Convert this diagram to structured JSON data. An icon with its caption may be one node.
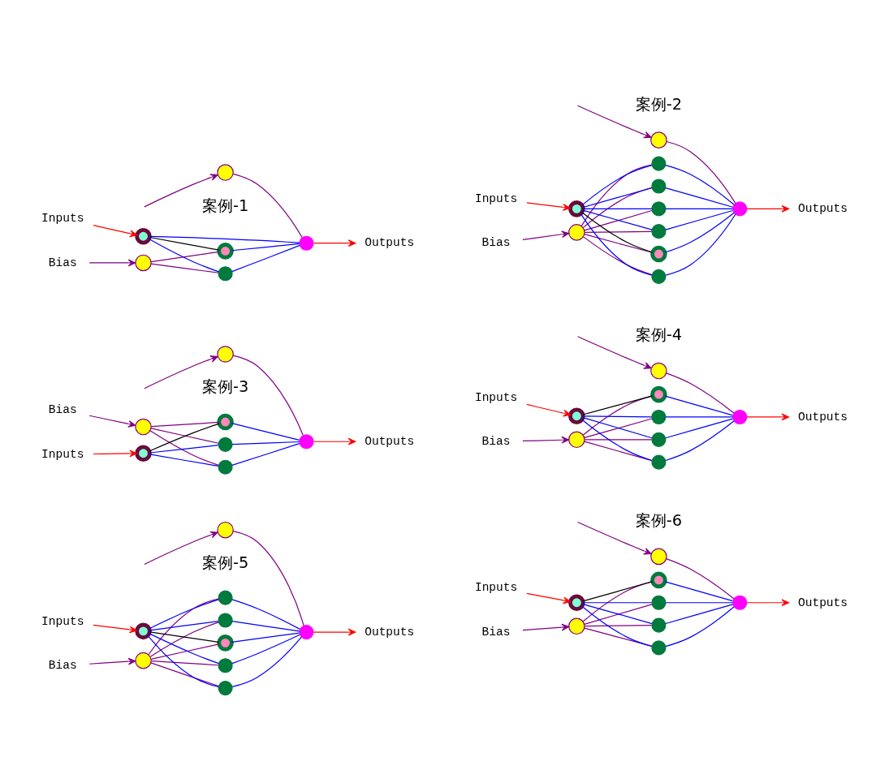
{
  "diagram": {
    "nodes": [
      {
        "text": [
          "Bias"
        ]
      },
      {
        "text": [],
        "shape": "circle"
      },
      {
        "text": [],
        "shape": "circle"
      },
      {
        "text": [
          "Inputs"
        ]
      },
      {
        "text": [],
        "shape": "circle"
      },
      {
        "text": [],
        "shape": "circle"
      },
      {
        "text": [],
        "shape": "circle"
      },
      {
        "text": [],
        "shape": "circle"
      },
      {
        "text": [
          "Outputs"
        ]
      },
      {
        "text": [
          "Bias"
        ]
      },
      {
        "text": [],
        "shape": "circle"
      },
      {
        "text": [],
        "shape": "circle"
      },
      {
        "text": [
          "Inputs"
        ]
      },
      {
        "text": [],
        "shape": "circle"
      },
      {
        "text": [],
        "shape": "circle"
      },
      {
        "text": [],
        "shape": "circle"
      },
      {
        "text": [],
        "shape": "circle"
      },
      {
        "text": [],
        "shape": "circle"
      },
      {
        "text": [],
        "shape": "circle"
      },
      {
        "text": [],
        "shape": "circle"
      },
      {
        "text": [],
        "shape": "circle"
      },
      {
        "text": [
          "Outputs"
        ]
      },
      {
        "text": [
          "Bias"
        ]
      },
      {
        "text": [],
        "shape": "circle"
      },
      {
        "text": [],
        "shape": "circle"
      },
      {
        "text": [
          "Inputs"
        ]
      },
      {
        "text": [],
        "shape": "circle"
      },
      {
        "text": [],
        "shape": "circle"
      },
      {
        "text": [],
        "shape": "circle"
      },
      {
        "text": [],
        "shape": "circle"
      },
      {
        "text": [],
        "shape": "circle"
      },
      {
        "text": [
          "Outputs"
        ]
      },
      {
        "text": [
          "Bias"
        ]
      },
      {
        "text": [],
        "shape": "circle"
      },
      {
        "text": [],
        "shape": "circle"
      },
      {
        "text": [
          "Inputs"
        ]
      },
      {
        "text": [],
        "shape": "circle"
      },
      {
        "text": [],
        "shape": "circle"
      },
      {
        "text": [],
        "shape": "circle"
      },
      {
        "text": [],
        "shape": "circle"
      },
      {
        "text": [],
        "shape": "circle"
      },
      {
        "text": [],
        "shape": "circle"
      },
      {
        "text": [
          "Outputs"
        ]
      },
      {
        "text": [
          "Bias"
        ]
      },
      {
        "text": [],
        "shape": "circle"
      },
      {
        "text": [],
        "shape": "circle"
      },
      {
        "text": [
          "Inputs"
        ]
      },
      {
        "text": [],
        "shape": "circle"
      },
      {
        "text": [],
        "shape": "circle"
      },
      {
        "text": [],
        "shape": "circle"
      },
      {
        "text": [],
        "shape": "circle"
      },
      {
        "text": [],
        "shape": "circle"
      },
      {
        "text": [],
        "shape": "circle"
      },
      {
        "text": [],
        "shape": "circle"
      },
      {
        "text": [
          "Outputs"
        ]
      },
      {
        "text": [
          "Bias"
        ]
      },
      {
        "text": [],
        "shape": "circle"
      },
      {
        "text": [],
        "shape": "circle"
      },
      {
        "text": [
          "Inputs"
        ]
      },
      {
        "text": [],
        "shape": "circle"
      },
      {
        "text": [],
        "shape": "circle"
      },
      {
        "text": [],
        "shape": "circle"
      },
      {
        "text": [],
        "shape": "circle"
      },
      {
        "text": [],
        "shape": "circle"
      },
      {
        "text": [],
        "shape": "circle"
      },
      {
        "text": [
          "Outputs"
        ]
      }
    ],
    "edges": [
      {
        "from": 0,
        "to": 1,
        "arrow": "to",
        "color": "#800080"
      },
      {
        "from": null,
        "to": 2,
        "arrow": "to",
        "color": "#800080"
      },
      {
        "from": 3,
        "to": 4,
        "arrow": "to",
        "color": "#ff0000"
      },
      {
        "from": 4,
        "to": 5,
        "arrow": "none",
        "color": "#000000"
      },
      {
        "from": 4,
        "to": 6,
        "arrow": "none"
      },
      {
        "from": 4,
        "to": 7,
        "arrow": "none"
      },
      {
        "from": 1,
        "to": 5,
        "arrow": "none",
        "color": "#800080"
      },
      {
        "from": 1,
        "to": 6,
        "arrow": "none",
        "color": "#800080"
      },
      {
        "from": 5,
        "to": 7,
        "arrow": "none"
      },
      {
        "from": 6,
        "to": 7,
        "arrow": "none"
      },
      {
        "from": 2,
        "to": 7,
        "arrow": "none",
        "color": "#800080"
      },
      {
        "from": 7,
        "to": 8,
        "arrow": "to",
        "color": "#ff0000"
      },
      {
        "from": 9,
        "to": 10,
        "arrow": "to",
        "color": "#800080"
      },
      {
        "from": null,
        "to": 11,
        "arrow": "to",
        "color": "#800080"
      },
      {
        "from": 12,
        "to": 13,
        "arrow": "to",
        "color": "#ff0000"
      },
      {
        "from": 13,
        "to": 14,
        "arrow": "none",
        "color": "#000000"
      },
      {
        "from": 13,
        "to": 15,
        "arrow": "none"
      },
      {
        "from": 13,
        "to": 16,
        "arrow": "none"
      },
      {
        "from": 13,
        "to": 17,
        "arrow": "none"
      },
      {
        "from": 13,
        "to": 18,
        "arrow": "none"
      },
      {
        "from": 13,
        "to": 19,
        "arrow": "none"
      },
      {
        "from": 10,
        "to": 14,
        "arrow": "none",
        "color": "#800080"
      },
      {
        "from": 10,
        "to": 15,
        "arrow": "none",
        "color": "#800080"
      },
      {
        "from": 10,
        "to": 16,
        "arrow": "none",
        "color": "#800080"
      },
      {
        "from": 10,
        "to": 17,
        "arrow": "none",
        "color": "#800080"
      },
      {
        "from": 10,
        "to": 18,
        "arrow": "none",
        "color": "#800080"
      },
      {
        "from": 10,
        "to": 19,
        "arrow": "none",
        "color": "#800080"
      },
      {
        "from": 14,
        "to": 20,
        "arrow": "none"
      },
      {
        "from": 15,
        "to": 20,
        "arrow": "none"
      },
      {
        "from": 16,
        "to": 20,
        "arrow": "none"
      },
      {
        "from": 17,
        "to": 20,
        "arrow": "none"
      },
      {
        "from": 18,
        "to": 20,
        "arrow": "none"
      },
      {
        "from": 19,
        "to": 20,
        "arrow": "none"
      },
      {
        "from": 11,
        "to": 20,
        "arrow": "none",
        "color": "#800080"
      },
      {
        "from": 20,
        "to": 21,
        "arrow": "to",
        "color": "#ff0000"
      },
      {
        "from": 22,
        "to": 23,
        "arrow": "to",
        "color": "#800080"
      },
      {
        "from": null,
        "to": 24,
        "arrow": "to",
        "color": "#800080"
      },
      {
        "from": 25,
        "to": 26,
        "arrow": "to",
        "color": "#ff0000"
      },
      {
        "from": 26,
        "to": 27,
        "arrow": "none",
        "color": "#000000"
      },
      {
        "from": 26,
        "to": 28,
        "arrow": "none"
      },
      {
        "from": 26,
        "to": 29,
        "arrow": "none"
      },
      {
        "from": 23,
        "to": 27,
        "arrow": "none",
        "color": "#800080"
      },
      {
        "from": 23,
        "to": 28,
        "arrow": "none",
        "color": "#800080"
      },
      {
        "from": 23,
        "to": 29,
        "arrow": "none",
        "color": "#800080"
      },
      {
        "from": 27,
        "to": 30,
        "arrow": "none"
      },
      {
        "from": 28,
        "to": 30,
        "arrow": "none"
      },
      {
        "from": 29,
        "to": 30,
        "arrow": "none"
      },
      {
        "from": 24,
        "to": 30,
        "arrow": "none",
        "color": "#800080"
      },
      {
        "from": 30,
        "to": 31,
        "arrow": "to",
        "color": "#ff0000"
      },
      {
        "from": 32,
        "to": 33,
        "arrow": "to",
        "color": "#800080"
      },
      {
        "from": null,
        "to": 34,
        "arrow": "to",
        "color": "#800080"
      },
      {
        "from": 35,
        "to": 36,
        "arrow": "to",
        "color": "#ff0000"
      },
      {
        "from": 36,
        "to": 37,
        "arrow": "none",
        "color": "#000000"
      },
      {
        "from": 36,
        "to": 38,
        "arrow": "none"
      },
      {
        "from": 36,
        "to": 39,
        "arrow": "none"
      },
      {
        "from": 36,
        "to": 40,
        "arrow": "none"
      },
      {
        "from": 33,
        "to": 37,
        "arrow": "none",
        "color": "#800080"
      },
      {
        "from": 33,
        "to": 38,
        "arrow": "none",
        "color": "#800080"
      },
      {
        "from": 33,
        "to": 39,
        "arrow": "none",
        "color": "#800080"
      },
      {
        "from": 33,
        "to": 40,
        "arrow": "none",
        "color": "#800080"
      },
      {
        "from": 37,
        "to": 41,
        "arrow": "none"
      },
      {
        "from": 38,
        "to": 41,
        "arrow": "none"
      },
      {
        "from": 39,
        "to": 41,
        "arrow": "none"
      },
      {
        "from": 40,
        "to": 41,
        "arrow": "none"
      },
      {
        "from": 34,
        "to": 41,
        "arrow": "none",
        "color": "#800080"
      },
      {
        "from": 41,
        "to": 42,
        "arrow": "to",
        "color": "#ff0000"
      },
      {
        "from": 43,
        "to": 44,
        "arrow": "to",
        "color": "#800080"
      },
      {
        "from": null,
        "to": 45,
        "arrow": "to",
        "color": "#800080"
      },
      {
        "from": 46,
        "to": 47,
        "arrow": "to",
        "color": "#ff0000"
      },
      {
        "from": 47,
        "to": 48,
        "arrow": "none",
        "color": "#000000"
      },
      {
        "from": 47,
        "to": 49,
        "arrow": "none"
      },
      {
        "from": 47,
        "to": 50,
        "arrow": "none"
      },
      {
        "from": 47,
        "to": 51,
        "arrow": "none"
      },
      {
        "from": 47,
        "to": 52,
        "arrow": "none"
      },
      {
        "from": 44,
        "to": 48,
        "arrow": "none",
        "color": "#800080"
      },
      {
        "from": 44,
        "to": 49,
        "arrow": "none",
        "color": "#800080"
      },
      {
        "from": 44,
        "to": 50,
        "arrow": "none",
        "color": "#800080"
      },
      {
        "from": 44,
        "to": 51,
        "arrow": "none",
        "color": "#800080"
      },
      {
        "from": 44,
        "to": 52,
        "arrow": "none",
        "color": "#800080"
      },
      {
        "from": 48,
        "to": 53,
        "arrow": "none"
      },
      {
        "from": 49,
        "to": 53,
        "arrow": "none"
      },
      {
        "from": 50,
        "to": 53,
        "arrow": "none"
      },
      {
        "from": 51,
        "to": 53,
        "arrow": "none"
      },
      {
        "from": 52,
        "to": 53,
        "arrow": "none"
      },
      {
        "from": 45,
        "to": 53,
        "arrow": "none",
        "color": "#800080"
      },
      {
        "from": 53,
        "to": 54,
        "arrow": "to",
        "color": "#ff0000"
      },
      {
        "from": 55,
        "to": 56,
        "arrow": "to",
        "color": "#800080"
      },
      {
        "from": null,
        "to": 57,
        "arrow": "to",
        "color": "#800080"
      },
      {
        "from": 58,
        "to": 59,
        "arrow": "to",
        "color": "#ff0000"
      },
      {
        "from": 59,
        "to": 60,
        "arrow": "none",
        "color": "#000000"
      },
      {
        "from": 59,
        "to": 61,
        "arrow": "none"
      },
      {
        "from": 59,
        "to": 62,
        "arrow": "none"
      },
      {
        "from": 59,
        "to": 63,
        "arrow": "none"
      },
      {
        "from": 56,
        "to": 60,
        "arrow": "none",
        "color": "#800080"
      },
      {
        "from": 56,
        "to": 61,
        "arrow": "none",
        "color": "#800080"
      },
      {
        "from": 56,
        "to": 62,
        "arrow": "none",
        "color": "#800080"
      },
      {
        "from": 56,
        "to": 63,
        "arrow": "none",
        "color": "#800080"
      },
      {
        "from": 60,
        "to": 64,
        "arrow": "none"
      },
      {
        "from": 61,
        "to": 64,
        "arrow": "none"
      },
      {
        "from": 62,
        "to": 64,
        "arrow": "none"
      },
      {
        "from": 63,
        "to": 64,
        "arrow": "none"
      },
      {
        "from": 57,
        "to": 64,
        "arrow": "none",
        "color": "#800080"
      },
      {
        "from": 64,
        "to": 65,
        "arrow": "to",
        "color": "#ff0000"
      }
    ],
    "labels": [
      "案例-1",
      "案例-2",
      "案例-3",
      "案例-4",
      "案例-5",
      "案例-6"
    ]
  }
}
